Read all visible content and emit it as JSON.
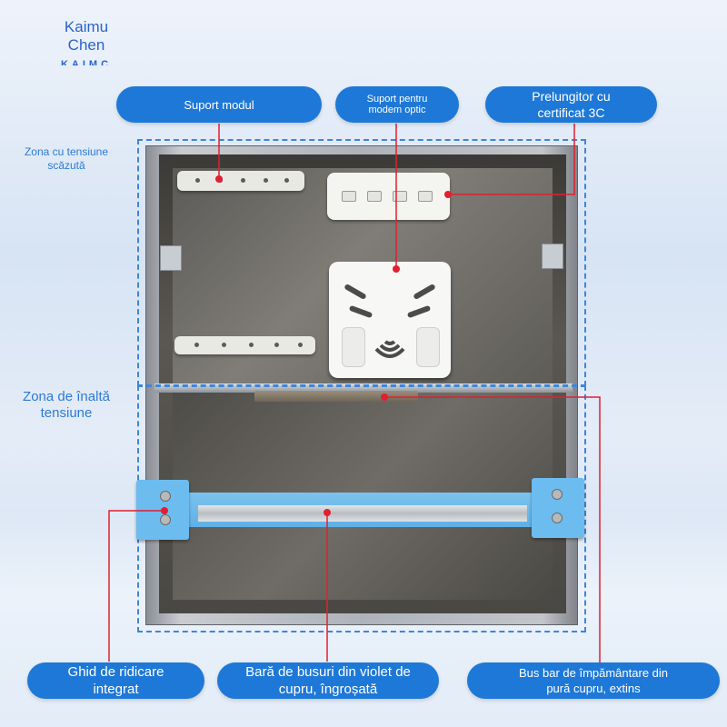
{
  "brand": {
    "name_line1": "Kaimu",
    "name_line2": "Chen",
    "strip": "KAIMC"
  },
  "labels": {
    "module_support": "Suport modul",
    "modem_support": "Suport pentru modem optic",
    "extension": "Prelungitor cu certificat 3C",
    "low_voltage": "Zona cu tensiune scăzută",
    "high_voltage": "Zona de înaltă tensiune",
    "lifting_guide": "Ghid de ridicare integrat",
    "busbar": "Bară de busuri din violet de cupru, îngroșată",
    "ground_busbar": "Bus bar de împământare din pură cupru, extins"
  },
  "colors": {
    "accent": "#1e78d7",
    "leader": "#e02030",
    "zone_text": "#2d7ad6",
    "dashed": "#3f86d9",
    "rail": "#6cbcf0"
  }
}
